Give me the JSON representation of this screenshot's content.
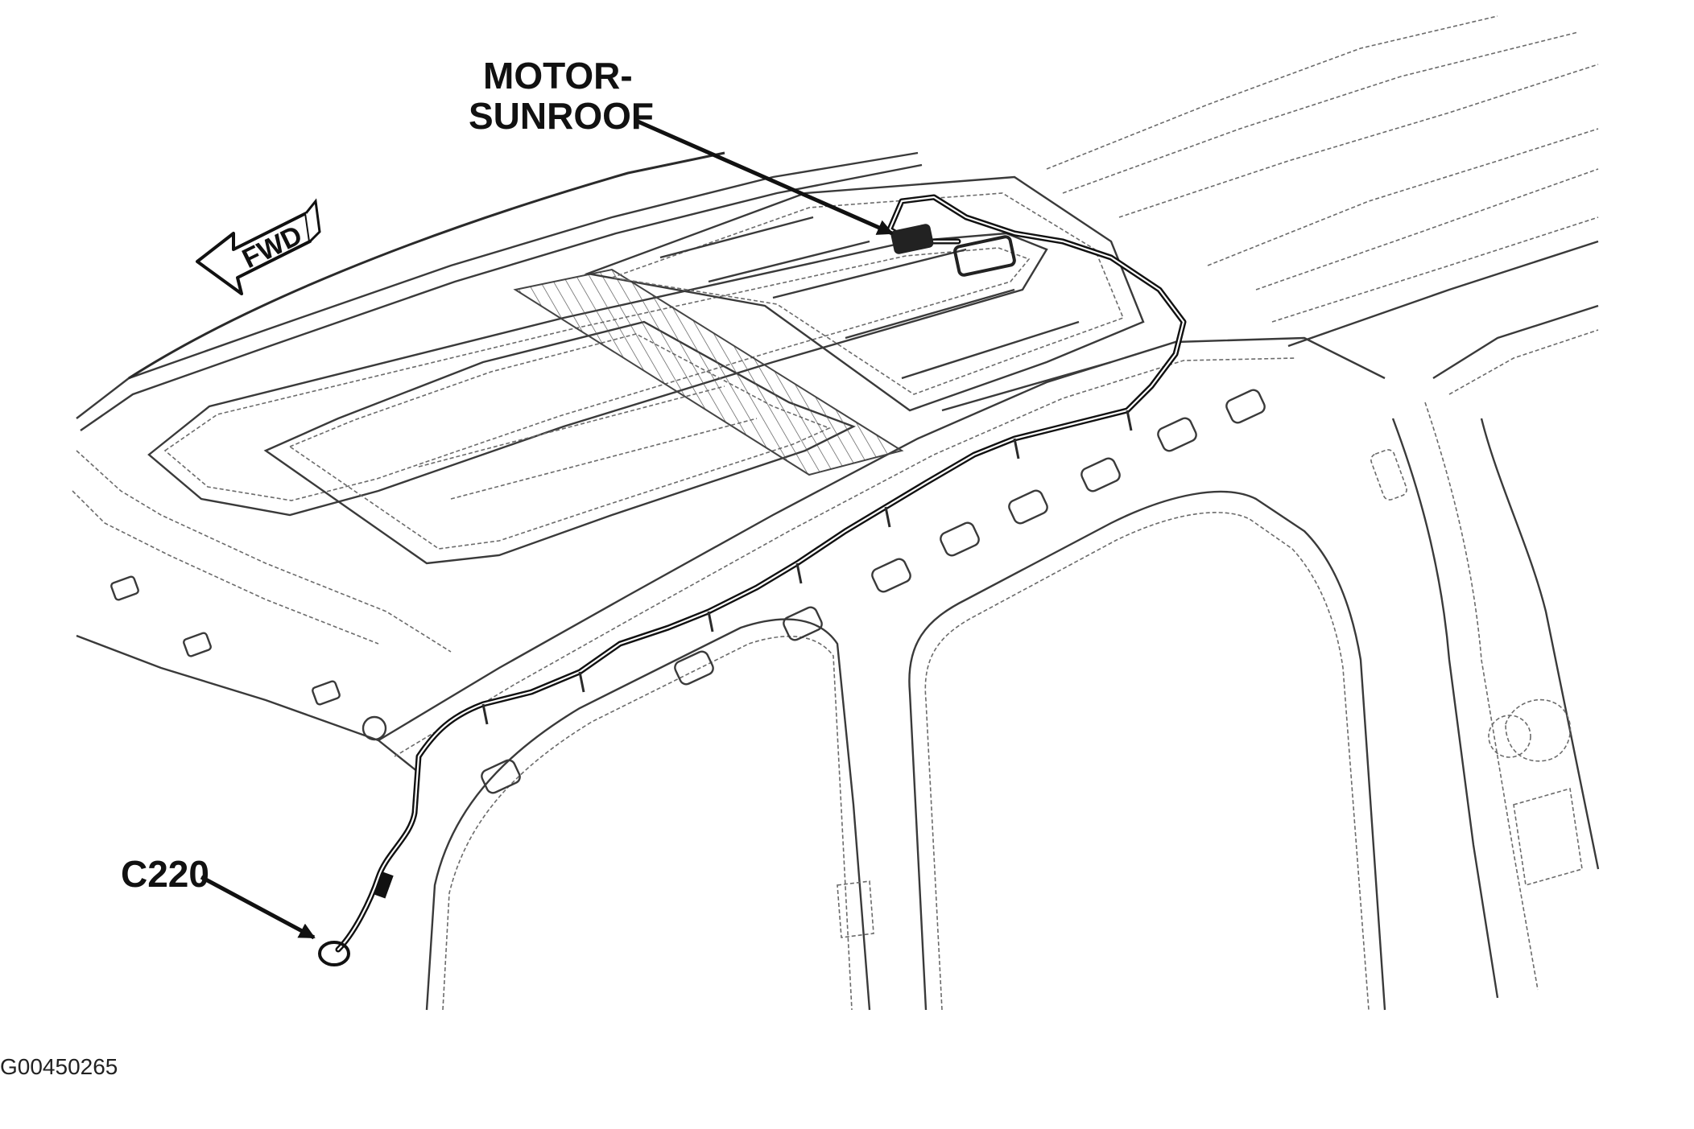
{
  "labels": {
    "motor_sunroof_line1": "MOTOR-",
    "motor_sunroof_line2": "SUNROOF",
    "connector": "C220",
    "direction": "FWD",
    "figure_id": "G00450265"
  },
  "colors": {
    "line_art": "#3a3a3a",
    "harness": "#111111",
    "background": "#ffffff"
  },
  "icons": {
    "direction_arrow": "forward-arrow-icon"
  }
}
